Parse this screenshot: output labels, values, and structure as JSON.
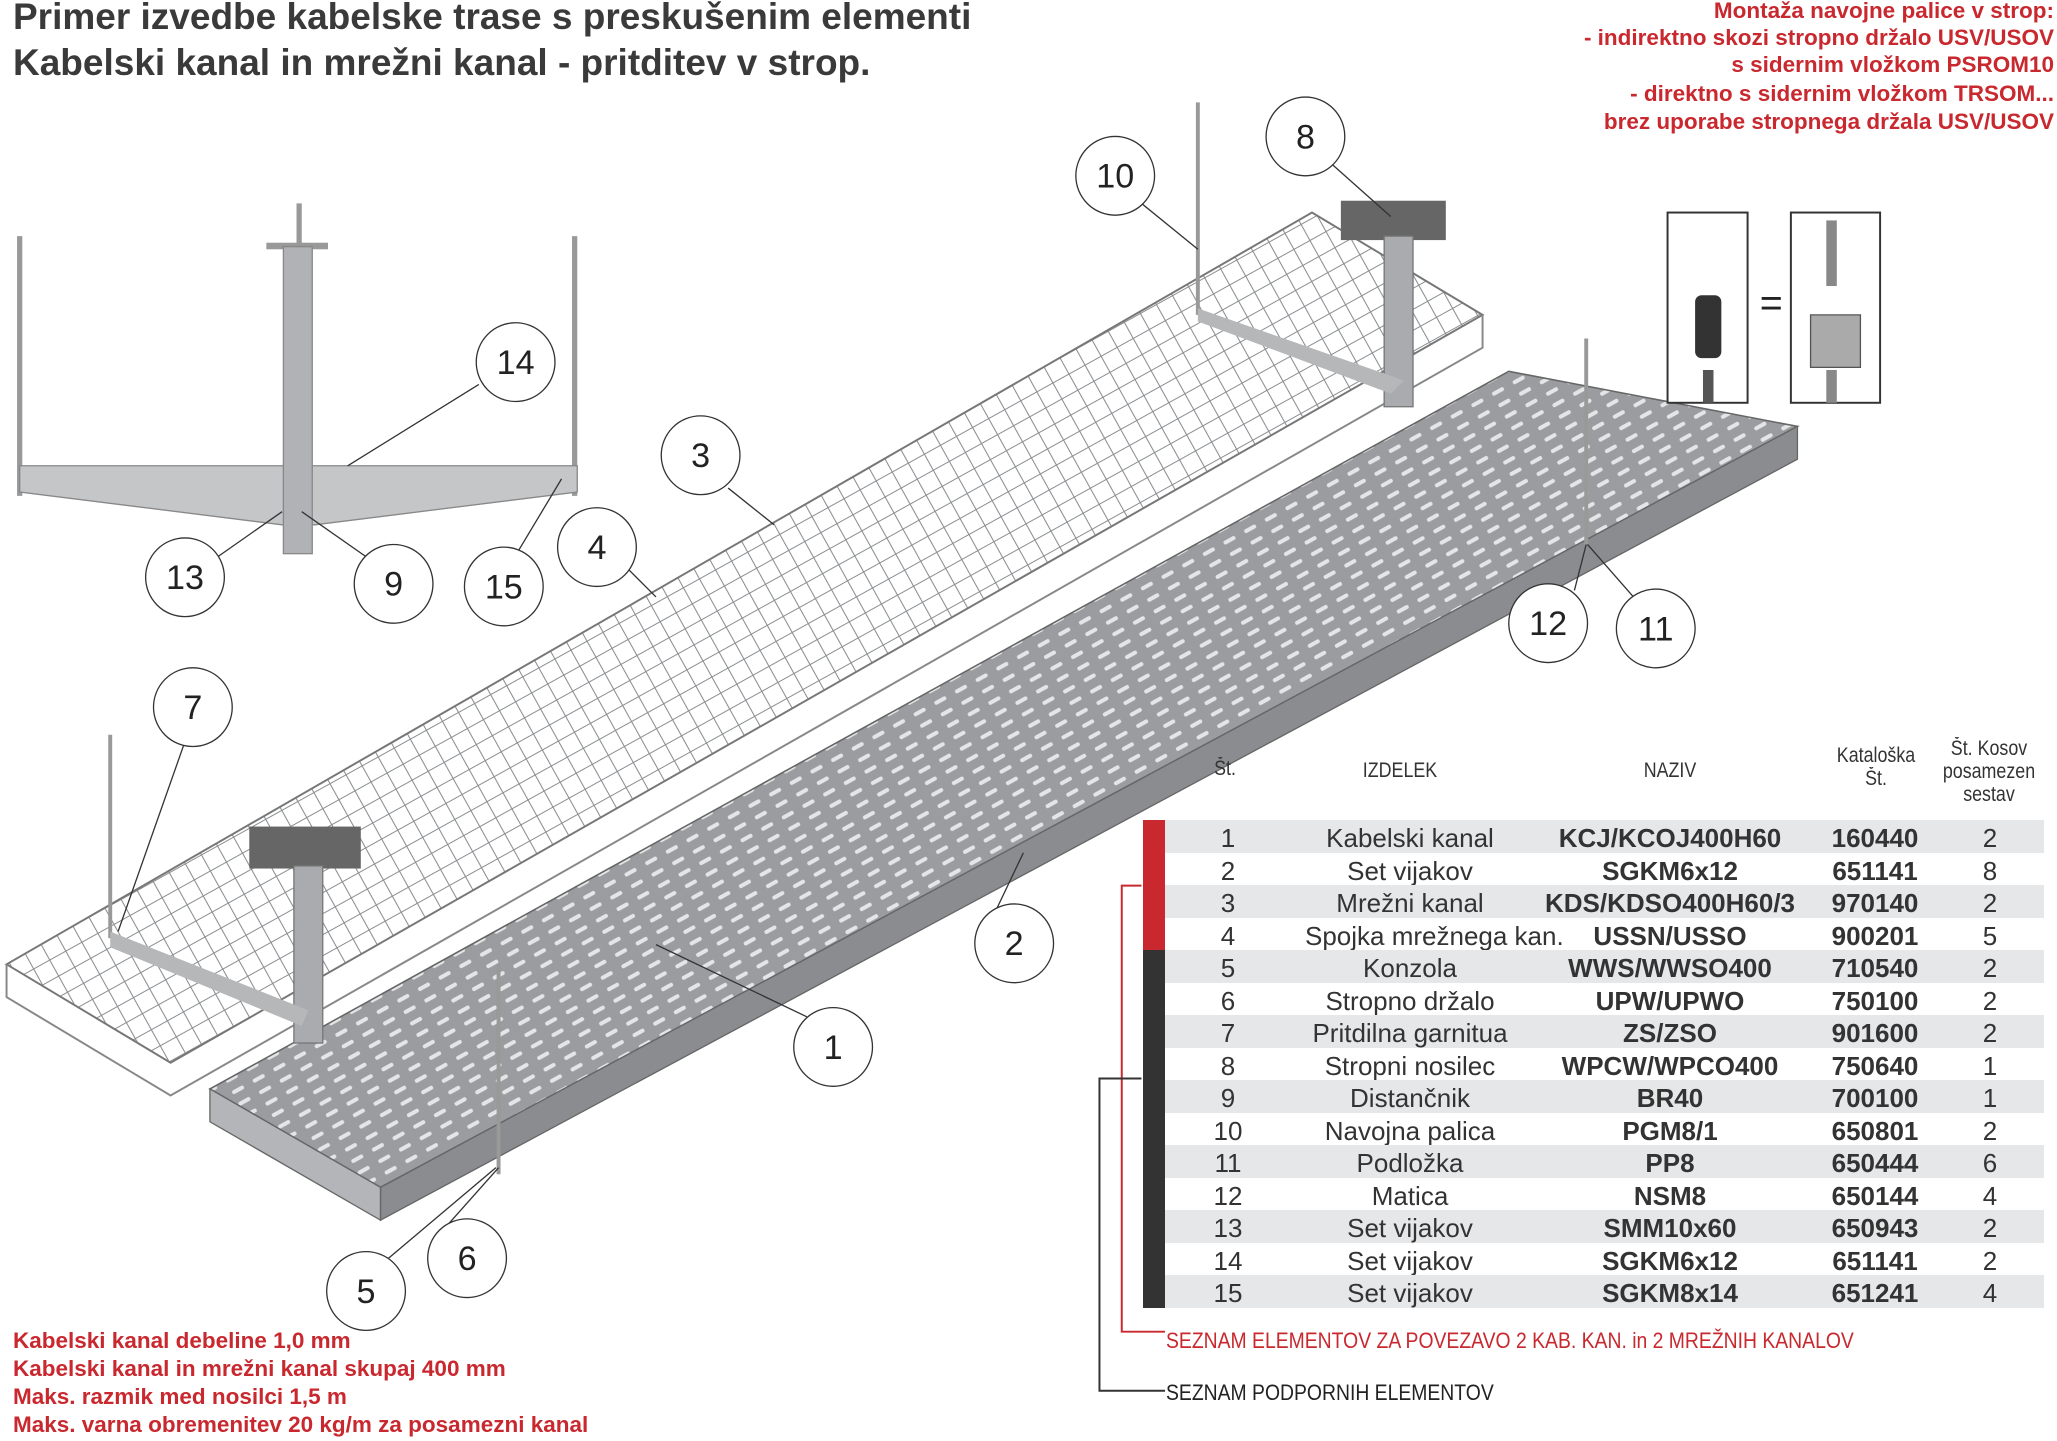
{
  "title": {
    "line1": "Primer izvedbe kabelske trase s preskušenim elementi",
    "line2": "Kabelski kanal in mrežni kanal - pritditev v strop."
  },
  "mounting_notes": [
    "Montaža navojne palice v strop:",
    "- indirektno skozi stropno držalo USV/USOV",
    "s sidernim vložkom PSROM10",
    "- direktno s sidernim vložkom TRSOM...",
    "brez uporabe stropnega držala USV/USOV"
  ],
  "spec_notes": [
    "Kabelski kanal debeline 1,0 mm",
    "Kabelski kanal in mrežni kanal skupaj 400 mm",
    "Maks. razmik med nosilci 1,5 m",
    "Maks. varna obremenitev 20 kg/m za posamezni kanal"
  ],
  "inset_equals": "=",
  "callouts": [
    "1",
    "2",
    "3",
    "4",
    "5",
    "6",
    "7",
    "8",
    "9",
    "10",
    "11",
    "12",
    "13",
    "14",
    "15"
  ],
  "table": {
    "headers": {
      "no": "Št.",
      "item": "IZDELEK",
      "name": "NAZIV",
      "cat1": "Kataloška",
      "cat2": "Št.",
      "qty1": "Št. Kosov",
      "qty2": "posamezen",
      "qty3": "sestav"
    },
    "rows": [
      {
        "no": "1",
        "item": "Kabelski kanal",
        "name": "KCJ/KCOJ400H60",
        "cat": "160440",
        "qty": "2"
      },
      {
        "no": "2",
        "item": "Set vijakov",
        "name": "SGKM6x12",
        "cat": "651141",
        "qty": "8"
      },
      {
        "no": "3",
        "item": "Mrežni kanal",
        "name": "KDS/KDSO400H60/3",
        "cat": "970140",
        "qty": "2"
      },
      {
        "no": "4",
        "item": "Spojka mrežnega kan.",
        "name": "USSN/USSO",
        "cat": "900201",
        "qty": "5"
      },
      {
        "no": "5",
        "item": "Konzola",
        "name": "WWS/WWSO400",
        "cat": "710540",
        "qty": "2"
      },
      {
        "no": "6",
        "item": "Stropno držalo",
        "name": "UPW/UPWO",
        "cat": "750100",
        "qty": "2"
      },
      {
        "no": "7",
        "item": "Pritdilna garnitua",
        "name": "ZS/ZSO",
        "cat": "901600",
        "qty": "2"
      },
      {
        "no": "8",
        "item": "Stropni nosilec",
        "name": "WPCW/WPCO400",
        "cat": "750640",
        "qty": "1"
      },
      {
        "no": "9",
        "item": "Distančnik",
        "name": "BR40",
        "cat": "700100",
        "qty": "1"
      },
      {
        "no": "10",
        "item": "Navojna palica",
        "name": "PGM8/1",
        "cat": "650801",
        "qty": "2"
      },
      {
        "no": "11",
        "item": "Podložka",
        "name": "PP8",
        "cat": "650444",
        "qty": "6"
      },
      {
        "no": "12",
        "item": "Matica",
        "name": "NSM8",
        "cat": "650144",
        "qty": "4"
      },
      {
        "no": "13",
        "item": "Set vijakov",
        "name": "SMM10x60",
        "cat": "650943",
        "qty": "2"
      },
      {
        "no": "14",
        "item": "Set vijakov",
        "name": "SGKM6x12",
        "cat": "651141",
        "qty": "2"
      },
      {
        "no": "15",
        "item": "Set vijakov",
        "name": "SGKM8x14",
        "cat": "651241",
        "qty": "4"
      }
    ]
  },
  "legend": {
    "connecting": "SEZNAM ELEMENTOV ZA POVEZAVO 2 KAB. KAN. in 2 MREŽNIH KANALOV",
    "support": "SEZNAM PODPORNIH ELEMENTOV"
  },
  "colors": {
    "red": "#c8282e",
    "dark": "#333333",
    "rowgrey": "#e6e7e9"
  }
}
